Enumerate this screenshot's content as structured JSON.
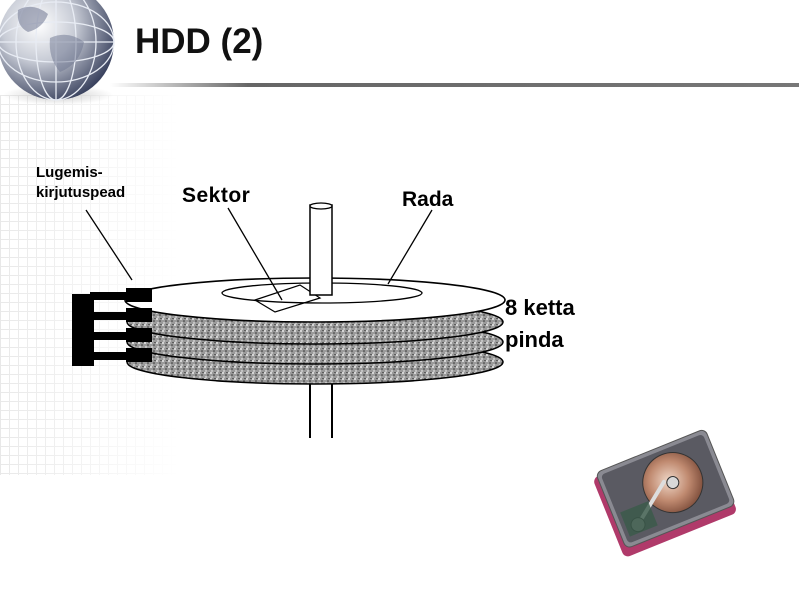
{
  "slide": {
    "title": "HDD (2)"
  },
  "diagram": {
    "labels": {
      "heads_line1": "Lugemis-",
      "heads_line2": "kirjutuspead",
      "sector": "Sektor",
      "track": "Rada",
      "surfaces_line1": "8 ketta",
      "surfaces_line2": "pinda"
    }
  },
  "icons": {
    "globe": "globe-icon",
    "hard_drive": "hard-drive-icon"
  },
  "colors": {
    "title_text": "#111111",
    "rule": "#777777",
    "platter_speckle": "#555555"
  }
}
